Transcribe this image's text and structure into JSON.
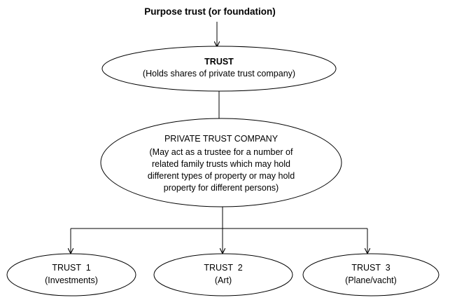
{
  "header": {
    "title": "Purpose trust (or foundation)"
  },
  "trust": {
    "title": "TRUST",
    "desc": "(Holds shares of private trust company)"
  },
  "ptc": {
    "title": "PRIVATE TRUST COMPANY",
    "lines": [
      "(May act as a trustee for a number of",
      "related family trusts which may hold",
      "different types of property or may hold",
      "property for different persons)"
    ]
  },
  "children": [
    {
      "title": "TRUST  1",
      "desc": "(Investments)"
    },
    {
      "title": "TRUST  2",
      "desc": "(Art)"
    },
    {
      "title": "TRUST  3",
      "desc": "(Plane/vacht)"
    }
  ]
}
